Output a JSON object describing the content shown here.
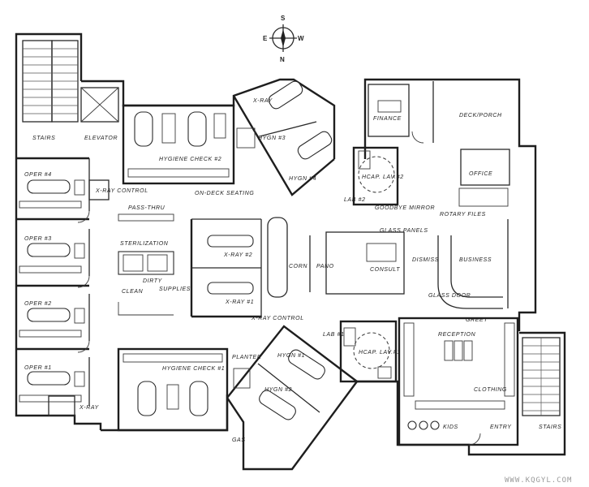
{
  "compass": {
    "s": "S",
    "e": "E",
    "w": "W",
    "n": "N"
  },
  "labels": {
    "stairs_top": "STAIRS",
    "elevator": "ELEVATOR",
    "oper4": "OPER #4",
    "xray_control_top": "X-RAY CONTROL",
    "oper3": "OPER #3",
    "oper2": "OPER #2",
    "oper1": "OPER #1",
    "xray_bottom": "X-RAY",
    "hygiene_check2": "HYGIENE CHECK #2",
    "on_deck_seating": "ON-DECK SEATING",
    "pass_thru": "PASS-THRU",
    "sterilization": "STERILIZATION",
    "dirty": "DIRTY",
    "clean": "CLEAN",
    "supplies": "SUPPLIES",
    "xray2": "X-RAY #2",
    "xray1": "X-RAY #1",
    "xray_control_mid": "X-RAY CONTROL",
    "xray_top": "X-RAY",
    "hygn3": "HYGN #3",
    "hygn4": "HYGN #4",
    "lab2": "LAB #2",
    "corn": "CORN",
    "pano": "PANO",
    "glass_panels": "GLASS PANELS",
    "consult": "CONSULT",
    "dismiss": "DISMISS",
    "finance": "FINANCE",
    "deck_porch": "DECK/PORCH",
    "hcap_lav2": "HCAP. LAV.#2",
    "goodbye_mirror": "GOODBYE MIRROR",
    "office": "OFFICE",
    "rotary_files": "ROTARY FILES",
    "business": "BUSINESS",
    "glass_door": "GLASS DOOR",
    "greet": "GREET",
    "reception": "RECEPTION",
    "clothing": "CLOTHING",
    "kids": "KIDS",
    "entry": "ENTRY",
    "stairs_bottom": "STAIRS",
    "lab1": "LAB #1",
    "hcap_lav1": "HCAP. LAV.#1",
    "hygiene_check1": "HYGIENE CHECK #1",
    "planter": "PLANTER",
    "hygn1": "HYGN #1",
    "hygn2": "HYGN #2",
    "gas": "GAS"
  },
  "watermark": "WWW.KQGYL.COM"
}
